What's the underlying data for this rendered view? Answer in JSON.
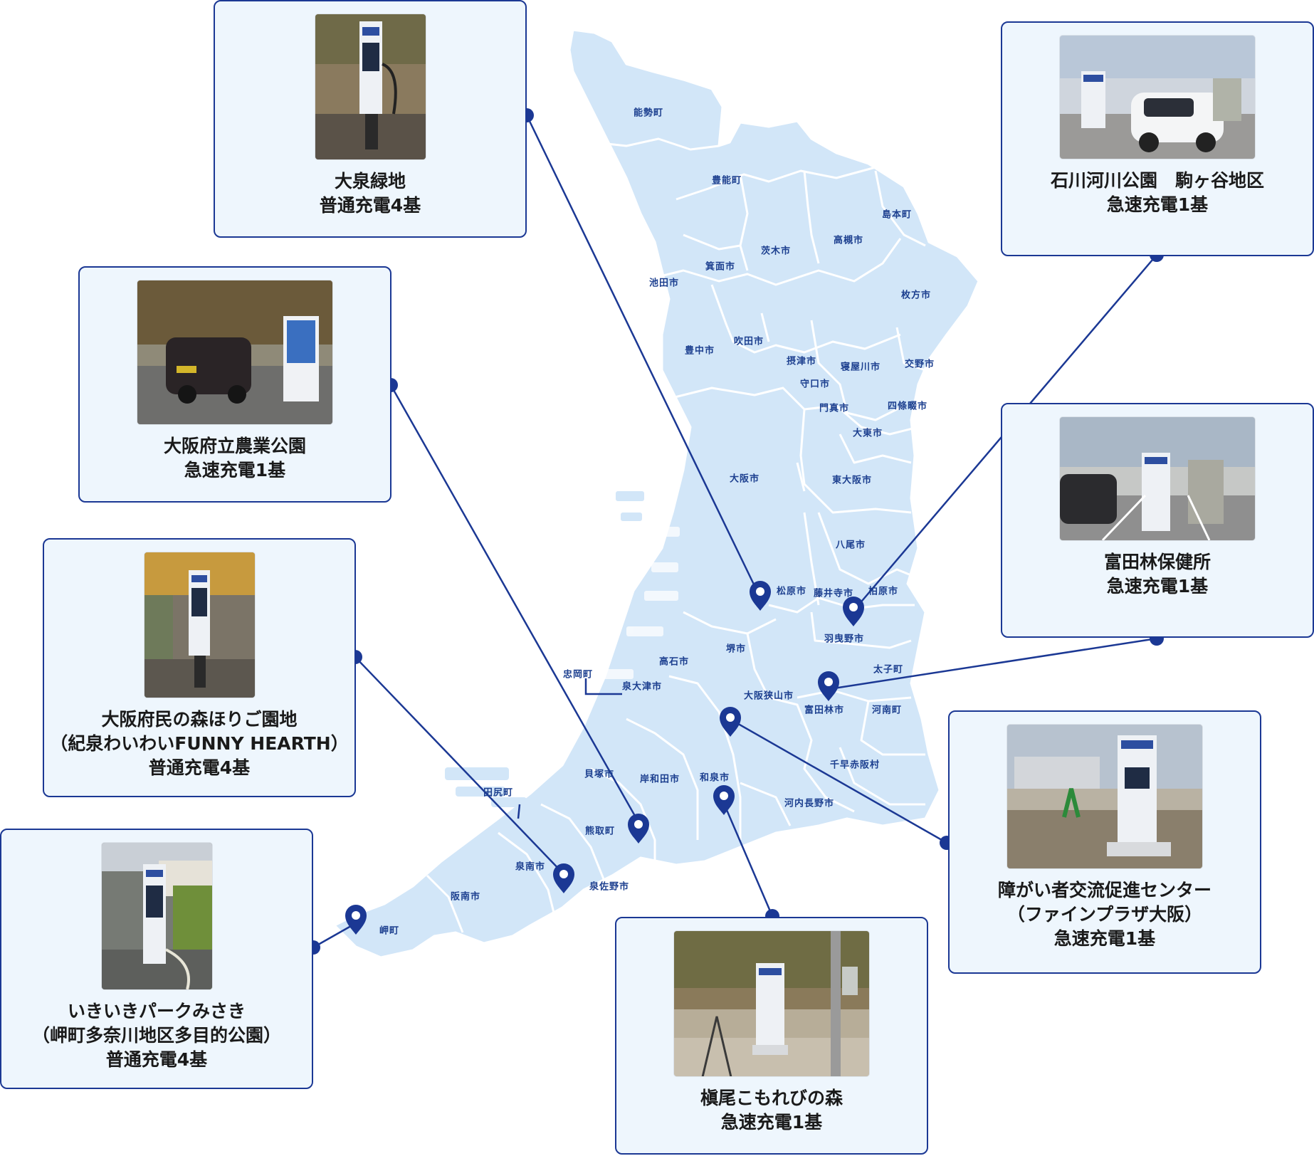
{
  "municipalities": [
    {
      "id": "nose",
      "label": "能勢町"
    },
    {
      "id": "toyono",
      "label": "豊能町"
    },
    {
      "id": "shimamoto",
      "label": "島本町"
    },
    {
      "id": "ikeda",
      "label": "池田市"
    },
    {
      "id": "minoh",
      "label": "箕面市"
    },
    {
      "id": "ibaraki",
      "label": "茨木市"
    },
    {
      "id": "takatsuki",
      "label": "高槻市"
    },
    {
      "id": "hirakata",
      "label": "枚方市"
    },
    {
      "id": "toyonaka",
      "label": "豊中市"
    },
    {
      "id": "suita",
      "label": "吹田市"
    },
    {
      "id": "settsu",
      "label": "摂津市"
    },
    {
      "id": "neyagawa",
      "label": "寝屋川市"
    },
    {
      "id": "katano",
      "label": "交野市"
    },
    {
      "id": "moriguchi",
      "label": "守口市"
    },
    {
      "id": "kadoma",
      "label": "門真市"
    },
    {
      "id": "shijonawate",
      "label": "四條畷市"
    },
    {
      "id": "daito",
      "label": "大東市"
    },
    {
      "id": "osaka",
      "label": "大阪市"
    },
    {
      "id": "higashiosaka",
      "label": "東大阪市"
    },
    {
      "id": "yao",
      "label": "八尾市"
    },
    {
      "id": "matsubara",
      "label": "松原市"
    },
    {
      "id": "fujiidera",
      "label": "藤井寺市"
    },
    {
      "id": "kashiwara",
      "label": "柏原市"
    },
    {
      "id": "habikino",
      "label": "羽曳野市"
    },
    {
      "id": "sakai",
      "label": "堺市"
    },
    {
      "id": "takaishi",
      "label": "高石市"
    },
    {
      "id": "taishi",
      "label": "太子町"
    },
    {
      "id": "tadaoka",
      "label": "忠岡町"
    },
    {
      "id": "izumiotsu",
      "label": "泉大津市"
    },
    {
      "id": "osakasayama",
      "label": "大阪狭山市"
    },
    {
      "id": "tondabayashi",
      "label": "富田林市"
    },
    {
      "id": "kanan",
      "label": "河南町"
    },
    {
      "id": "chihayaakasaka",
      "label": "千早赤阪村"
    },
    {
      "id": "kaizuka",
      "label": "貝塚市"
    },
    {
      "id": "kishiwada",
      "label": "岸和田市"
    },
    {
      "id": "izumi",
      "label": "和泉市"
    },
    {
      "id": "kawachinagano",
      "label": "河内長野市"
    },
    {
      "id": "tajiri",
      "label": "田尻町"
    },
    {
      "id": "kumatori",
      "label": "熊取町"
    },
    {
      "id": "sennan",
      "label": "泉南市"
    },
    {
      "id": "izumisano",
      "label": "泉佐野市"
    },
    {
      "id": "hannan",
      "label": "阪南市"
    },
    {
      "id": "misaki",
      "label": "岬町"
    }
  ],
  "facilities": [
    {
      "id": "oizumi-ryokuchi",
      "lines": [
        "大泉緑地",
        "普通充電4基"
      ],
      "photo_icon": "ev-charger-photo"
    },
    {
      "id": "ishikawa-kasen",
      "lines": [
        "石川河川公園　駒ヶ谷地区",
        "急速充電1基"
      ],
      "photo_icon": "ev-car-charging-photo"
    },
    {
      "id": "nogyo-koen",
      "lines": [
        "大阪府立農業公園",
        "急速充電1基"
      ],
      "photo_icon": "ev-car-charging-photo"
    },
    {
      "id": "tondabayashi-hokenjo",
      "lines": [
        "富田林保健所",
        "急速充電1基"
      ],
      "photo_icon": "ev-car-charging-photo"
    },
    {
      "id": "fumin-no-mori",
      "lines": [
        "大阪府民の森ほりご園地",
        "（紀泉わいわいFUNNY HEARTH）",
        "普通充電4基"
      ],
      "photo_icon": "ev-charger-photo"
    },
    {
      "id": "fine-plaza",
      "lines": [
        "障がい者交流促進センター",
        "（ファインプラザ大阪）",
        "急速充電1基"
      ],
      "photo_icon": "ev-charger-photo"
    },
    {
      "id": "ikiiki-park",
      "lines": [
        "いきいきパークみさき",
        "（岬町多奈川地区多目的公園）",
        "普通充電4基"
      ],
      "photo_icon": "ev-charger-photo"
    },
    {
      "id": "makio-komorebi",
      "lines": [
        "槇尾こもれびの森",
        "急速充電1基"
      ],
      "photo_icon": "ev-charger-photo"
    }
  ],
  "colors": {
    "map_fill": "#d2e6f8",
    "map_border": "#ffffff",
    "line": "#1b3894",
    "card_bg": "#eef6fd",
    "card_border": "#1b3894",
    "label": "#1c3f8f"
  },
  "icons": [
    "map-pin-icon",
    "connector-dot"
  ]
}
